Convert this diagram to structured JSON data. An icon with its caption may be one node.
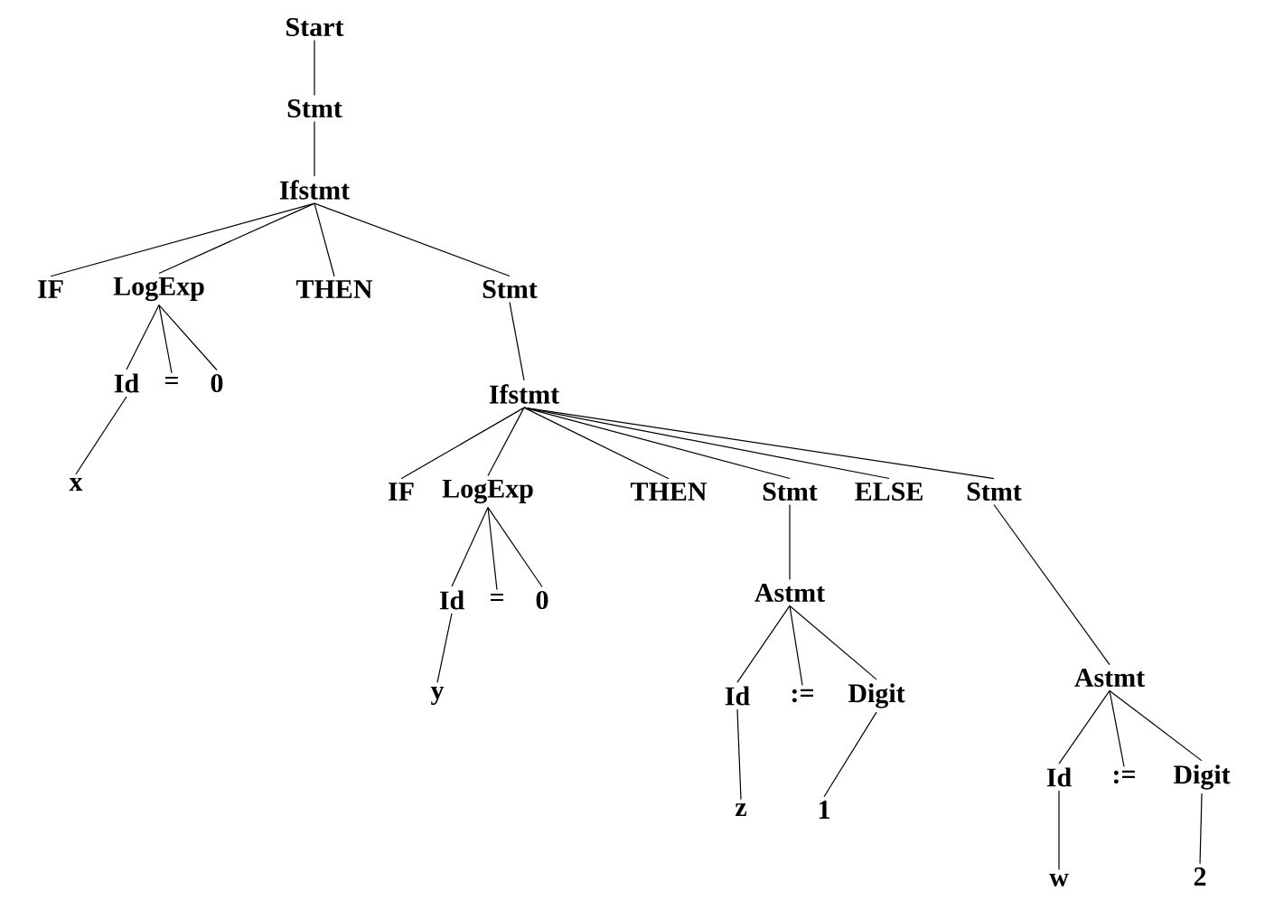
{
  "diagram": {
    "nodes": [
      {
        "text": [
          "Start"
        ]
      },
      {
        "text": [
          "Stmt"
        ]
      },
      {
        "text": [
          "Ifstmt"
        ]
      },
      {
        "text": [
          "IF"
        ]
      },
      {
        "text": [
          "LogExp"
        ]
      },
      {
        "text": [
          "THEN"
        ]
      },
      {
        "text": [
          "Stmt"
        ]
      },
      {
        "text": [
          "Id"
        ]
      },
      {
        "text": [
          "="
        ]
      },
      {
        "text": [
          "0"
        ]
      },
      {
        "text": [
          "x"
        ]
      },
      {
        "text": [
          "Ifstmt"
        ]
      },
      {
        "text": [
          "IF"
        ]
      },
      {
        "text": [
          "LogExp"
        ]
      },
      {
        "text": [
          "THEN"
        ]
      },
      {
        "text": [
          "Stmt"
        ]
      },
      {
        "text": [
          "ELSE"
        ]
      },
      {
        "text": [
          "Stmt"
        ]
      },
      {
        "text": [
          "Id"
        ]
      },
      {
        "text": [
          "="
        ]
      },
      {
        "text": [
          "0"
        ]
      },
      {
        "text": [
          "y"
        ]
      },
      {
        "text": [
          "Astmt"
        ]
      },
      {
        "text": [
          "Id"
        ]
      },
      {
        "text": [
          ":="
        ]
      },
      {
        "text": [
          "Digit"
        ]
      },
      {
        "text": [
          "z"
        ]
      },
      {
        "text": [
          "1"
        ]
      },
      {
        "text": [
          "Astmt"
        ]
      },
      {
        "text": [
          "Id"
        ]
      },
      {
        "text": [
          ":="
        ]
      },
      {
        "text": [
          "Digit"
        ]
      },
      {
        "text": [
          "w"
        ]
      },
      {
        "text": [
          "2"
        ]
      }
    ],
    "edges": [
      {
        "from": 0,
        "to": 1,
        "arrow": "none"
      },
      {
        "from": 1,
        "to": 2,
        "arrow": "none"
      },
      {
        "from": 2,
        "to": 3,
        "arrow": "none"
      },
      {
        "from": 2,
        "to": 4,
        "arrow": "none"
      },
      {
        "from": 2,
        "to": 5,
        "arrow": "none"
      },
      {
        "from": 2,
        "to": 6,
        "arrow": "none"
      },
      {
        "from": 4,
        "to": 7,
        "arrow": "none"
      },
      {
        "from": 4,
        "to": 8,
        "arrow": "none"
      },
      {
        "from": 4,
        "to": 9,
        "arrow": "none"
      },
      {
        "from": 7,
        "to": 10,
        "arrow": "none"
      },
      {
        "from": 6,
        "to": 11,
        "arrow": "none"
      },
      {
        "from": 11,
        "to": 12,
        "arrow": "none"
      },
      {
        "from": 11,
        "to": 13,
        "arrow": "none"
      },
      {
        "from": 11,
        "to": 14,
        "arrow": "none"
      },
      {
        "from": 11,
        "to": 15,
        "arrow": "none"
      },
      {
        "from": 11,
        "to": 16,
        "arrow": "none"
      },
      {
        "from": 11,
        "to": 17,
        "arrow": "none"
      },
      {
        "from": 13,
        "to": 18,
        "arrow": "none"
      },
      {
        "from": 13,
        "to": 19,
        "arrow": "none"
      },
      {
        "from": 13,
        "to": 20,
        "arrow": "none"
      },
      {
        "from": 18,
        "to": 21,
        "arrow": "none"
      },
      {
        "from": 15,
        "to": 22,
        "arrow": "none"
      },
      {
        "from": 22,
        "to": 23,
        "arrow": "none"
      },
      {
        "from": 22,
        "to": 24,
        "arrow": "none"
      },
      {
        "from": 22,
        "to": 25,
        "arrow": "none"
      },
      {
        "from": 23,
        "to": 26,
        "arrow": "none"
      },
      {
        "from": 25,
        "to": 27,
        "arrow": "none"
      },
      {
        "from": 17,
        "to": 28,
        "arrow": "none"
      },
      {
        "from": 28,
        "to": 29,
        "arrow": "none"
      },
      {
        "from": 28,
        "to": 30,
        "arrow": "none"
      },
      {
        "from": 28,
        "to": 31,
        "arrow": "none"
      },
      {
        "from": 29,
        "to": 32,
        "arrow": "none"
      },
      {
        "from": 31,
        "to": 33,
        "arrow": "none"
      }
    ]
  }
}
